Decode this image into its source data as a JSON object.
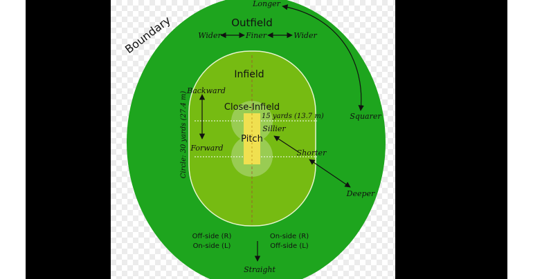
{
  "colors": {
    "outfield": "#1ea51e",
    "infield": "#76bb12",
    "pitch": "#f0e050",
    "arrow": "#111111"
  },
  "labels": {
    "boundary": "Boundary",
    "outfield": "Outfield",
    "infield": "Infield",
    "close_infield": "Close-Infield",
    "pitch": "Pitch",
    "longer": "Longer",
    "squarer": "Squarer",
    "wider_left": "Wider",
    "finer": "Finer",
    "wider_right": "Wider",
    "backward": "Backward",
    "forward": "Forward",
    "circle": "Circle: 30 yards (27.4 m)",
    "fifteen_yards": "15 yards (13.7 m)",
    "sillier": "Sillier",
    "shorter": "Shorter",
    "deeper": "Deeper",
    "offside_r": "Off-side (R)",
    "onside_l": "On-side (L)",
    "onside_r": "On-side (R)",
    "offside_l": "Off-side (L)",
    "straight": "Straight"
  }
}
